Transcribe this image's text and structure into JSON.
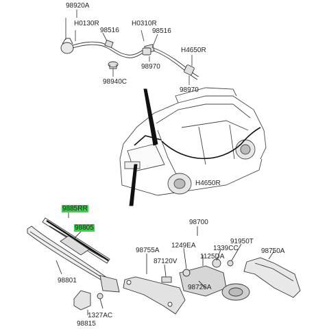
{
  "diagram": {
    "labels": {
      "p98920A": "98920A",
      "pH0130R": "H0130R",
      "p98516a": "98516",
      "pH0310R": "H0310R",
      "p98516b": "98516",
      "pH4650R_top": "H4650R",
      "p98970a": "98970",
      "p98940C": "98940C",
      "p98970b": "98970",
      "pH4650R_car": "H4650R",
      "p9885RR": "9885RR",
      "p98805": "98805",
      "p98801": "98801",
      "p1327AC": "1327AC",
      "p98815": "98815",
      "p98700": "98700",
      "p98755A": "98755A",
      "p1249EA": "1249EA",
      "p1339CC": "1339CC",
      "p91950T": "91950T",
      "p98750A": "98750A",
      "p87120V": "87120V",
      "p1125DA": "1125DA",
      "p98726A": "98726A"
    },
    "highlight_color": "#39d24a"
  }
}
